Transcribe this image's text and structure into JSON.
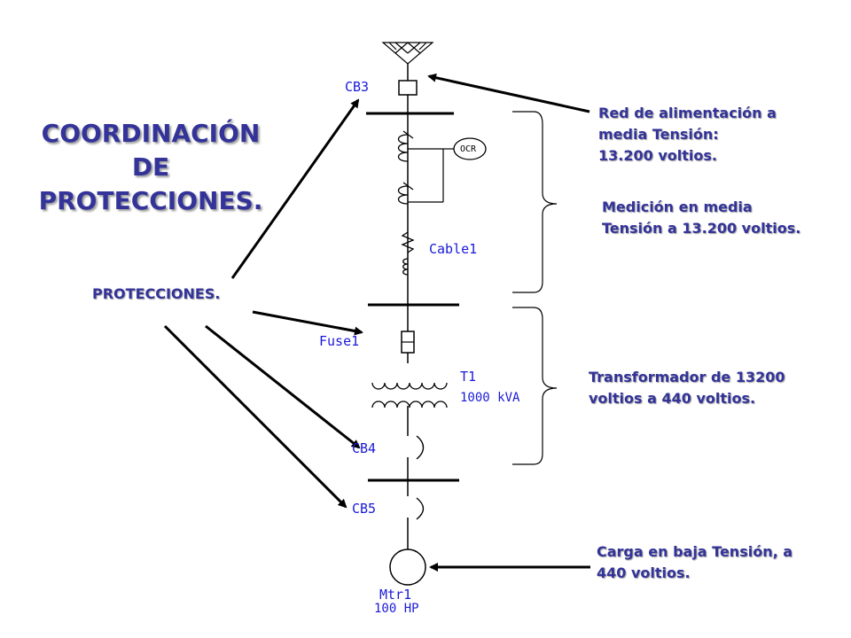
{
  "title": {
    "line1": "COORDINACIÓN",
    "line2": "DE",
    "line3": "PROTECCIONES."
  },
  "protecciones_label": "PROTECCIONES.",
  "annotations": {
    "red_line1": "Red de alimentación a",
    "red_line2": "media Tensión:",
    "red_line3": "13.200 voltios.",
    "medicion_line1": "Medición en media",
    "medicion_line2": "Tensión a 13.200 voltios.",
    "trafo_line1": "Transformador de 13200",
    "trafo_line2": "voltios a 440 voltios.",
    "carga_line1": "Carga en baja Tensión, a",
    "carga_line2": "440 voltios."
  },
  "schematic": {
    "cb3": "CB3",
    "ocr": "OCR",
    "cable1": "Cable1",
    "fuse1": "Fuse1",
    "t1": "T1",
    "t1_rating": "1000 kVA",
    "cb4": "CB4",
    "cb5": "CB5",
    "mtr1": "Mtr1",
    "mtr1_rating": "100 HP"
  },
  "colors": {
    "title": "#333399",
    "schematic_text": "#1a1ad8",
    "lines": "#000000"
  }
}
